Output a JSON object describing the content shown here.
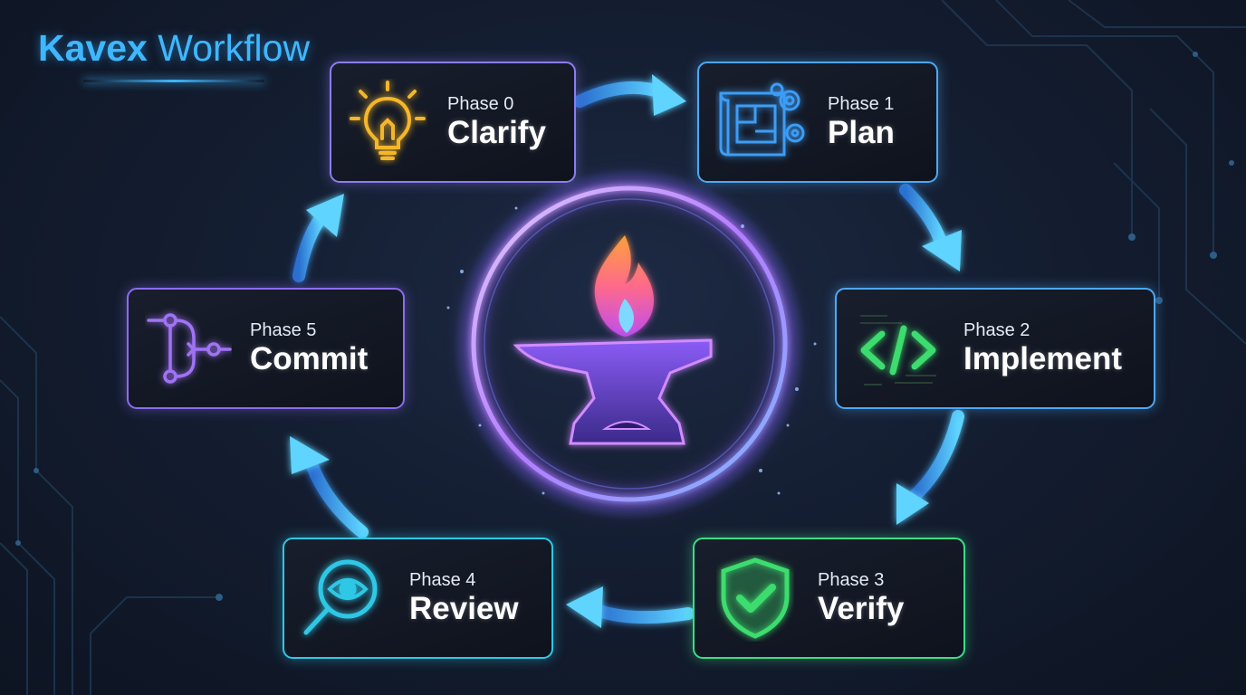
{
  "title": {
    "main": "Kavex",
    "sub": "Workflow"
  },
  "phases": [
    {
      "label": "Phase 0",
      "name": "Clarify",
      "icon": "lightbulb-icon",
      "color": "#f5b72a"
    },
    {
      "label": "Phase 1",
      "name": "Plan",
      "icon": "blueprint-gears-icon",
      "color": "#3d9df5"
    },
    {
      "label": "Phase 2",
      "name": "Implement",
      "icon": "code-brackets-icon",
      "color": "#3ddc6e"
    },
    {
      "label": "Phase 3",
      "name": "Verify",
      "icon": "shield-check-icon",
      "color": "#3ddc6e"
    },
    {
      "label": "Phase 4",
      "name": "Review",
      "icon": "magnifier-eye-icon",
      "color": "#2fc8e6"
    },
    {
      "label": "Phase 5",
      "name": "Commit",
      "icon": "git-branch-icon",
      "color": "#a073f5"
    }
  ],
  "center": {
    "icon": "anvil-flame-icon"
  },
  "colors": {
    "accent": "#3fb7ff",
    "ring": "#b57cff",
    "arrow": "#3fb7ff"
  }
}
